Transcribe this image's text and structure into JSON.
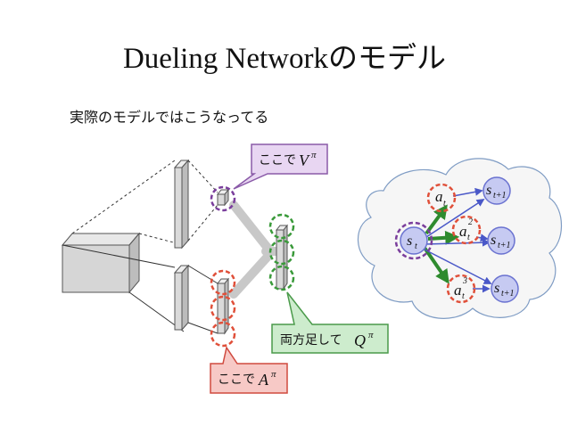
{
  "title": "Dueling Networkのモデル",
  "subtitle": "実際のモデルではこうなってる",
  "callouts": {
    "value": {
      "text": "ここで",
      "symbol": "V",
      "sup": "π",
      "fill": "#e8d6f2",
      "stroke": "#8a5aa8"
    },
    "advantage": {
      "text": "ここで",
      "symbol": "A",
      "sup": "π",
      "fill": "#f7c9c6",
      "stroke": "#d04a3f"
    },
    "q": {
      "text": "両方足して",
      "symbol": "Q",
      "sup": "π",
      "fill": "#cdeccd",
      "stroke": "#4a9a4a"
    }
  },
  "cloud": {
    "state": {
      "base": "s",
      "sub": "t"
    },
    "actions": [
      {
        "base": "a",
        "sub": "t",
        "sup": ""
      },
      {
        "base": "a",
        "sub": "t",
        "sup": "2"
      },
      {
        "base": "a",
        "sub": "t",
        "sup": "3"
      }
    ],
    "next_states": [
      {
        "base": "s",
        "sub": "t+1"
      },
      {
        "base": "s",
        "sub": "t+1"
      },
      {
        "base": "s",
        "sub": "t+1"
      }
    ]
  },
  "colors": {
    "purple_dash": "#7a3e9c",
    "red_dash": "#e0503a",
    "green_dash": "#3a9a3a",
    "green_arrow": "#2e8b2e",
    "blue_arrow": "#4a58c8",
    "blue_node_fill": "#c6caf2",
    "blue_node_stroke": "#6a72d0",
    "gray_merge": "#c8c8c8"
  }
}
